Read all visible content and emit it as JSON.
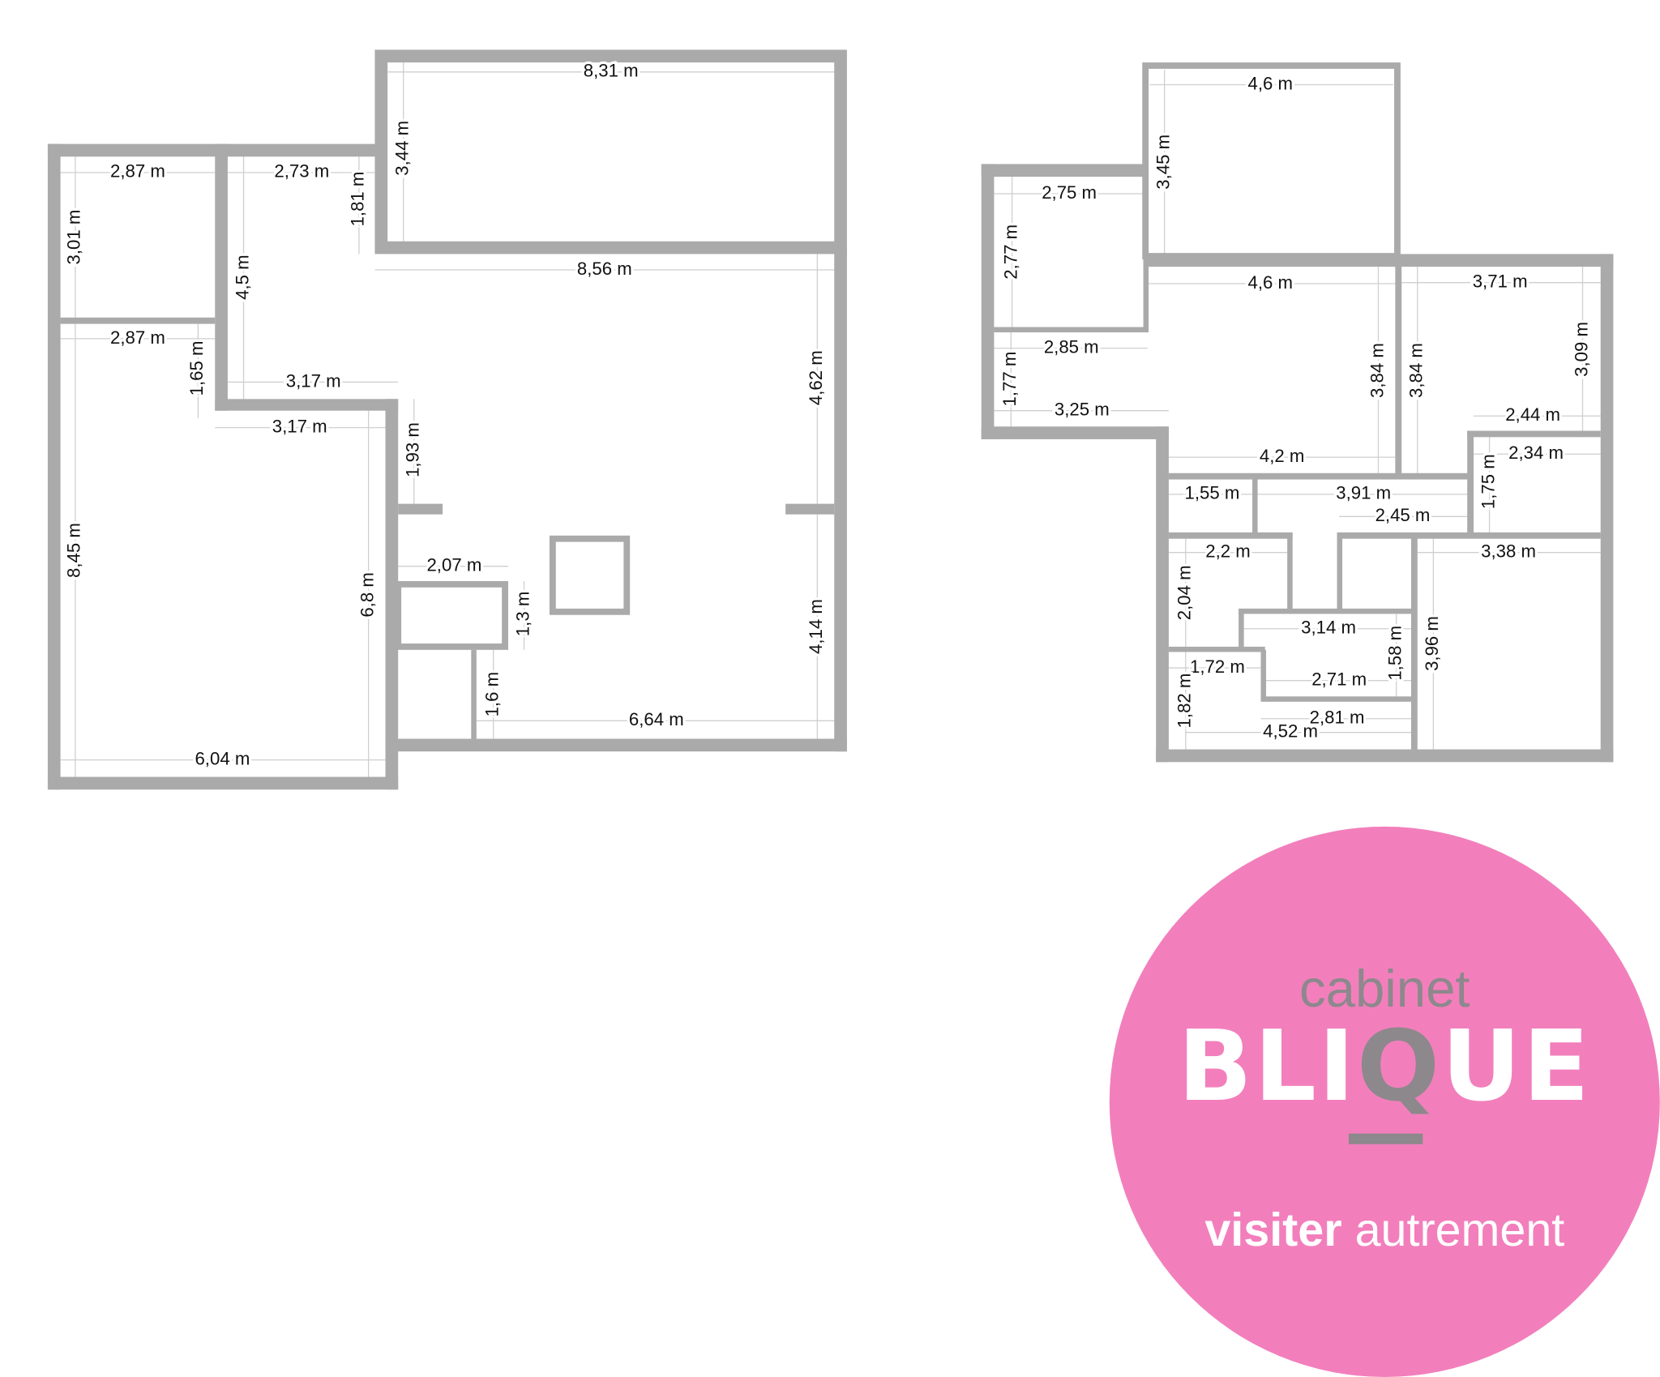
{
  "colors": {
    "wall": "#aaaaaa",
    "logo_bg": "#f27fbc",
    "logo_gray": "#8d888c",
    "logo_white": "#ffffff"
  },
  "plan_left": {
    "labels": [
      "8,31 m",
      "3,44 m",
      "2,87 m",
      "2,73 m",
      "1,81 m",
      "3,01 m",
      "4,5 m",
      "8,56 m",
      "2,87 m",
      "1,65 m",
      "3,17 m",
      "3,17 m",
      "1,93 m",
      "4,62 m",
      "8,45 m",
      "6,8 m",
      "2,07 m",
      "1,3 m",
      "4,14 m",
      "1,6 m",
      "6,64 m",
      "6,04 m"
    ]
  },
  "plan_right": {
    "labels": [
      "4,6 m",
      "3,45 m",
      "2,75 m",
      "2,77 m",
      "4,6 m",
      "3,71 m",
      "2,85 m",
      "3,84 m",
      "3,84 m",
      "3,09 m",
      "1,77 m",
      "3,25 m",
      "2,44 m",
      "4,2 m",
      "2,34 m",
      "1,75 m",
      "1,55 m",
      "3,91 m",
      "2,45 m",
      "2,2 m",
      "3,38 m",
      "2,04 m",
      "3,14 m",
      "3,96 m",
      "1,58 m",
      "1,72 m",
      "2,71 m",
      "1,82 m",
      "2,81 m",
      "4,52 m"
    ]
  },
  "logo": {
    "top": "cabinet",
    "brand_a": "BLI",
    "brand_q": "Q",
    "brand_b": "UE",
    "tag_bold": "visiter",
    "tag_light": "autrement"
  }
}
